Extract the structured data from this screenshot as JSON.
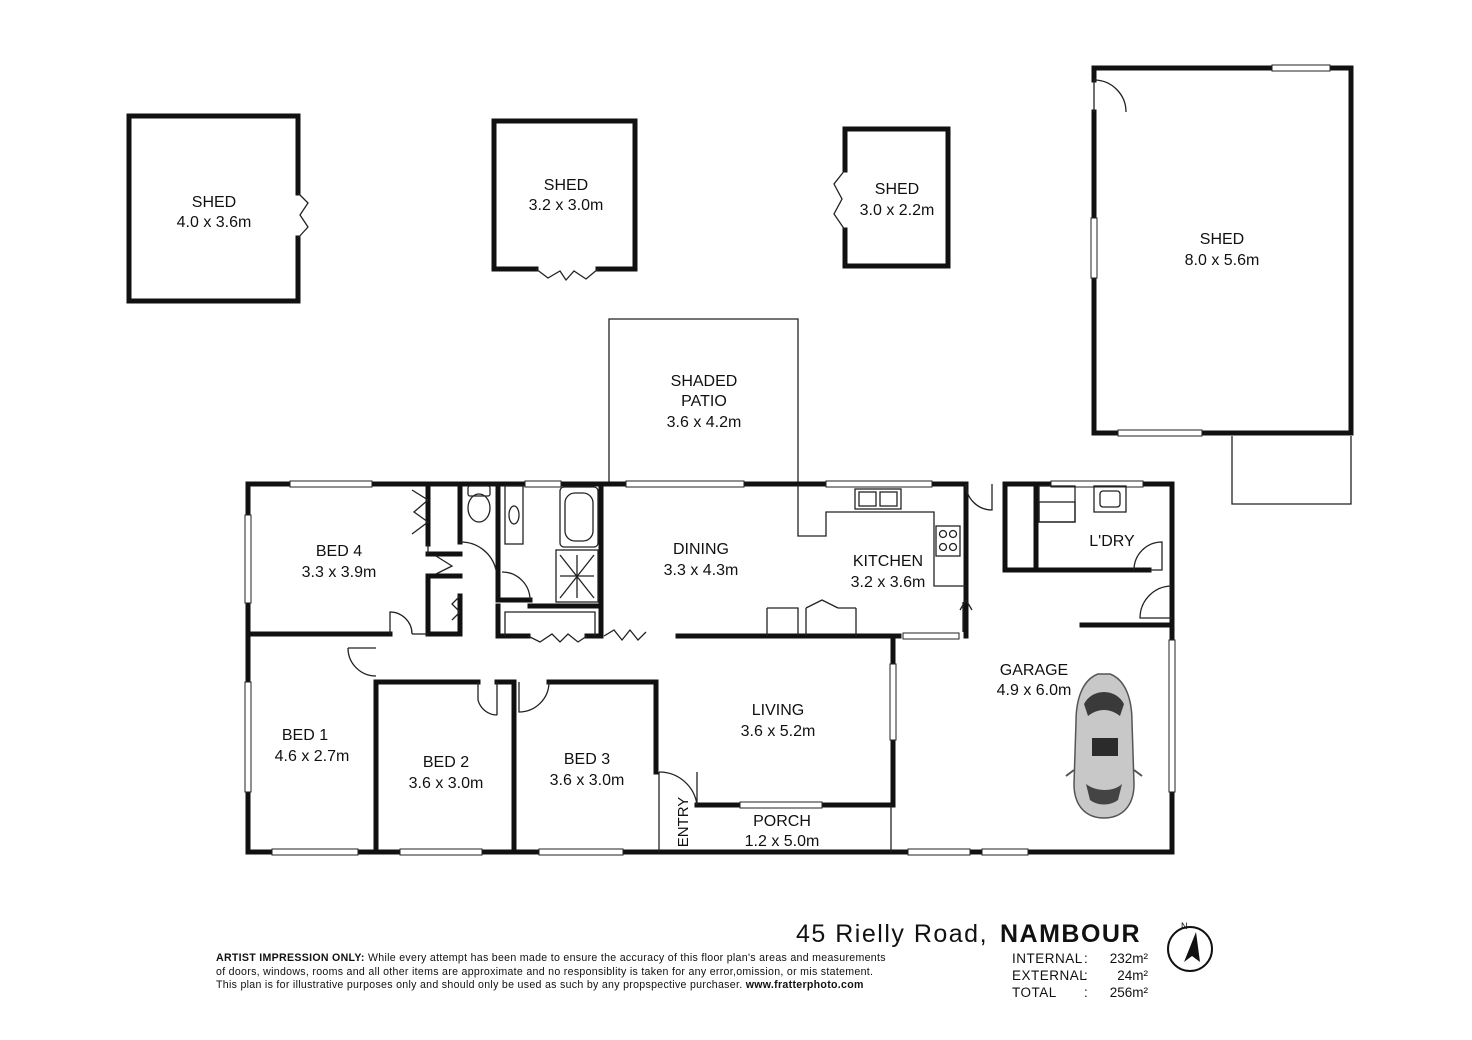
{
  "address": {
    "street": "45 Rielly Road,",
    "suburb": "NAMBOUR"
  },
  "rooms": {
    "shed_a": {
      "name": "SHED",
      "size": "4.0 x 3.6m"
    },
    "shed_b": {
      "name": "SHED",
      "size": "3.2 x 3.0m"
    },
    "shed_c": {
      "name": "SHED",
      "size": "3.0 x 2.2m"
    },
    "shed_d": {
      "name": "SHED",
      "size": "8.0 x 5.6m"
    },
    "patio": {
      "name1": "SHADED",
      "name2": "PATIO",
      "size": "3.6 x 4.2m"
    },
    "bed4": {
      "name": "BED 4",
      "size": "3.3 x 3.9m"
    },
    "dining": {
      "name": "DINING",
      "size": "3.3 x 4.3m"
    },
    "kitchen": {
      "name": "KITCHEN",
      "size": "3.2 x 3.6m"
    },
    "laundry": {
      "name": "L'DRY"
    },
    "garage": {
      "name": "GARAGE",
      "size": "4.9 x 6.0m"
    },
    "bed1": {
      "name": "BED 1",
      "size": "4.6 x 2.7m"
    },
    "bed2": {
      "name": "BED 2",
      "size": "3.6 x 3.0m"
    },
    "bed3": {
      "name": "BED 3",
      "size": "3.6 x 3.0m"
    },
    "living": {
      "name": "LIVING",
      "size": "3.6 x 5.2m"
    },
    "porch": {
      "name": "PORCH",
      "size": "1.2 x 5.0m"
    },
    "entry": {
      "name": "ENTRY"
    }
  },
  "areas": {
    "internal": {
      "label": "INTERNAL",
      "value": "232m²"
    },
    "external": {
      "label": "EXTERNAL",
      "value": "24m²"
    },
    "total": {
      "label": "TOTAL",
      "value": "256m²"
    }
  },
  "disclaimer": {
    "lead": "ARTIST IMPRESSION ONLY:",
    "body": " While every attempt has been made to ensure the accuracy of this floor plan's areas and measurements of doors, windows, rooms and all other items are approximate and no responsiblity is taken for any error,omission, or mis statement. This plan is for illustrative purposes only and should only be used as such by any propspective purchaser. ",
    "url": "www.fratterphoto.com"
  },
  "compass": {
    "letter": "N"
  }
}
